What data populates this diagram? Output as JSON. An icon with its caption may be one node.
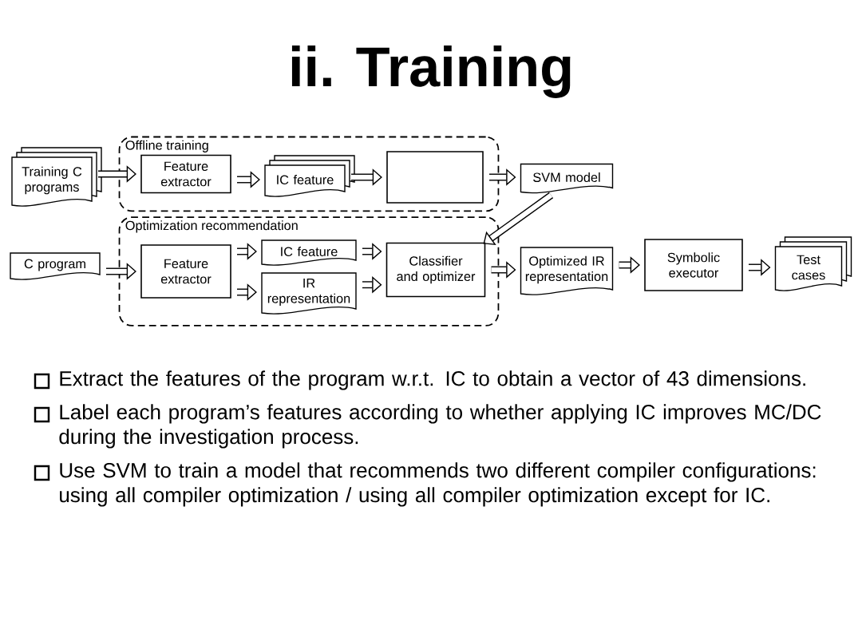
{
  "diagram": {
    "title": "ii. Training",
    "nodes": [
      {
        "text": [
          "Offline training"
        ]
      },
      {
        "text": [
          "Optimization recommendation"
        ]
      },
      {
        "text": [
          "Training C programs"
        ]
      },
      {
        "text": [
          "Feature extractor"
        ],
        "in": 0
      },
      {
        "text": [
          "IC feature"
        ],
        "in": 0
      },
      {
        "text": [],
        "shape": "box",
        "in": 0
      },
      {
        "text": [
          "SVM model"
        ]
      },
      {
        "text": [
          "C program"
        ]
      },
      {
        "text": [
          "Feature extractor"
        ],
        "in": 1
      },
      {
        "text": [
          "IC feature"
        ],
        "in": 1
      },
      {
        "text": [
          "IR representation"
        ],
        "in": 1
      },
      {
        "text": [
          "Classifier and optimizer"
        ],
        "in": 1
      },
      {
        "text": [
          "Optimized IR representation"
        ]
      },
      {
        "text": [
          "Symbolic executor"
        ]
      },
      {
        "text": [
          "Test cases"
        ]
      }
    ],
    "edges": [
      {
        "from": 2,
        "to": 3,
        "arrow": "to"
      },
      {
        "from": 3,
        "to": 4,
        "arrow": "to"
      },
      {
        "from": 4,
        "to": 5,
        "arrow": "to"
      },
      {
        "from": 5,
        "to": 6,
        "arrow": "to"
      },
      {
        "from": 6,
        "to": 11,
        "arrow": "to"
      },
      {
        "from": 7,
        "to": 8,
        "arrow": "to"
      },
      {
        "from": 8,
        "to": 9,
        "arrow": "to"
      },
      {
        "from": 8,
        "to": 10,
        "arrow": "to"
      },
      {
        "from": 9,
        "to": 11,
        "arrow": "to"
      },
      {
        "from": 10,
        "to": 11,
        "arrow": "to"
      },
      {
        "from": 11,
        "to": 12,
        "arrow": "to"
      },
      {
        "from": 12,
        "to": 13,
        "arrow": "to"
      },
      {
        "from": 13,
        "to": 14,
        "arrow": "to"
      }
    ],
    "labels": [
      "Extract the features of the program w.r.t. IC to obtain a vector of 43 dimensions.",
      "Label each program’s features according to whether applying IC improves MC/DC during the investigation process.",
      "Use SVM to train a model that recommends two different compiler configurations: using all compiler optimization / using all compiler optimization except for IC."
    ]
  }
}
